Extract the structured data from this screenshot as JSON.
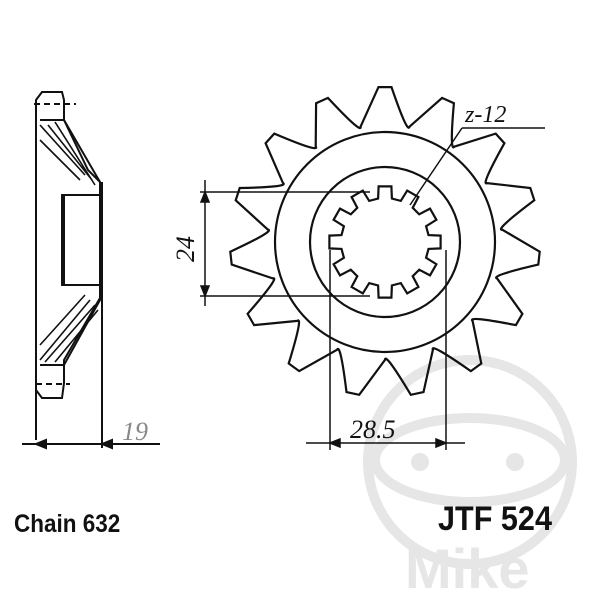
{
  "chain_label": "Chain 632",
  "part_number": "JTF 524",
  "watermark": "Mike",
  "dimensions": {
    "teeth": "z-12",
    "inner_diameter": "24",
    "outer_spline": "28.5",
    "width": "19"
  },
  "sprocket_teeth": 15,
  "spline_teeth": 12
}
